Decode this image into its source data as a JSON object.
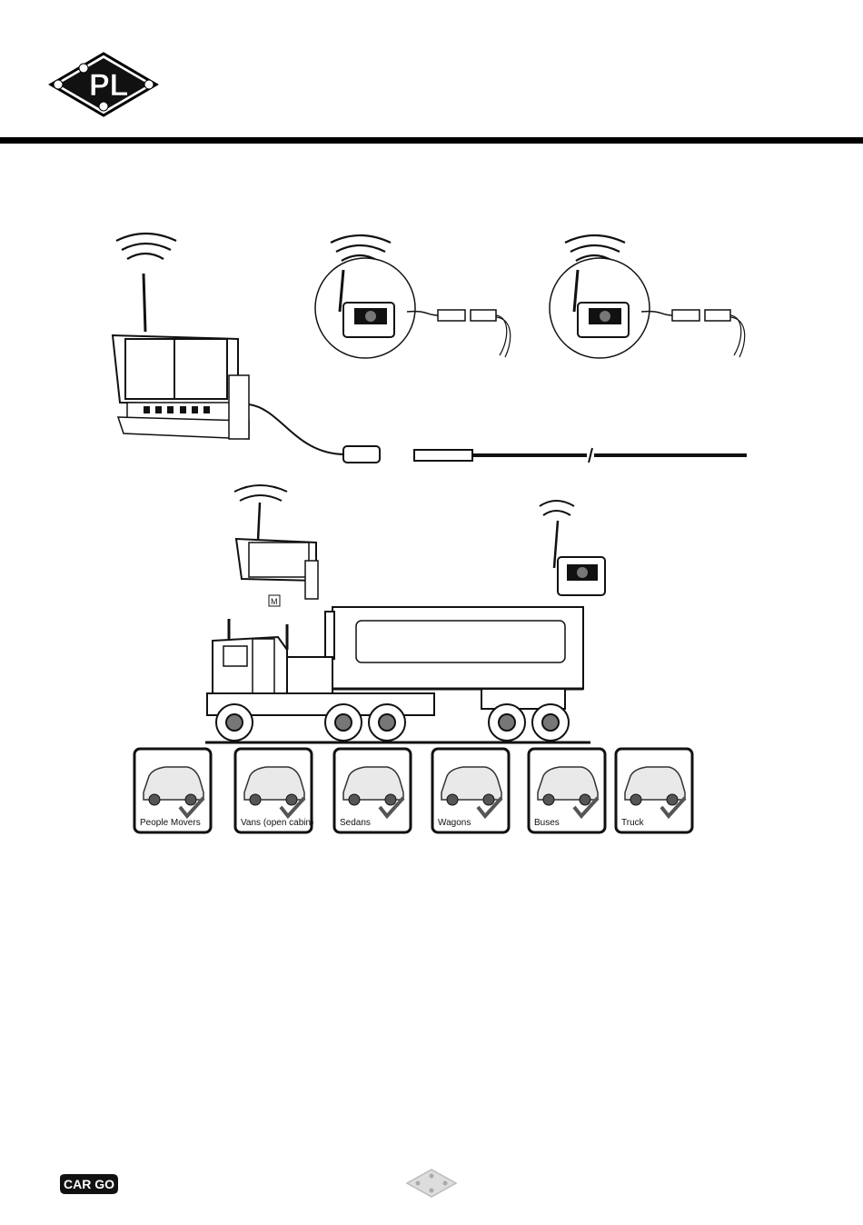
{
  "header": {
    "logo_text": "PL"
  },
  "diagram": {
    "monitor_badge": "M"
  },
  "vehicles": [
    {
      "label": "People Movers"
    },
    {
      "label": "Vans (open cabin)"
    },
    {
      "label": "Sedans"
    },
    {
      "label": "Wagons"
    },
    {
      "label": "Buses"
    },
    {
      "label": "Truck"
    }
  ],
  "footer": {
    "brand_logo": "CAR GO",
    "page_number": ""
  }
}
